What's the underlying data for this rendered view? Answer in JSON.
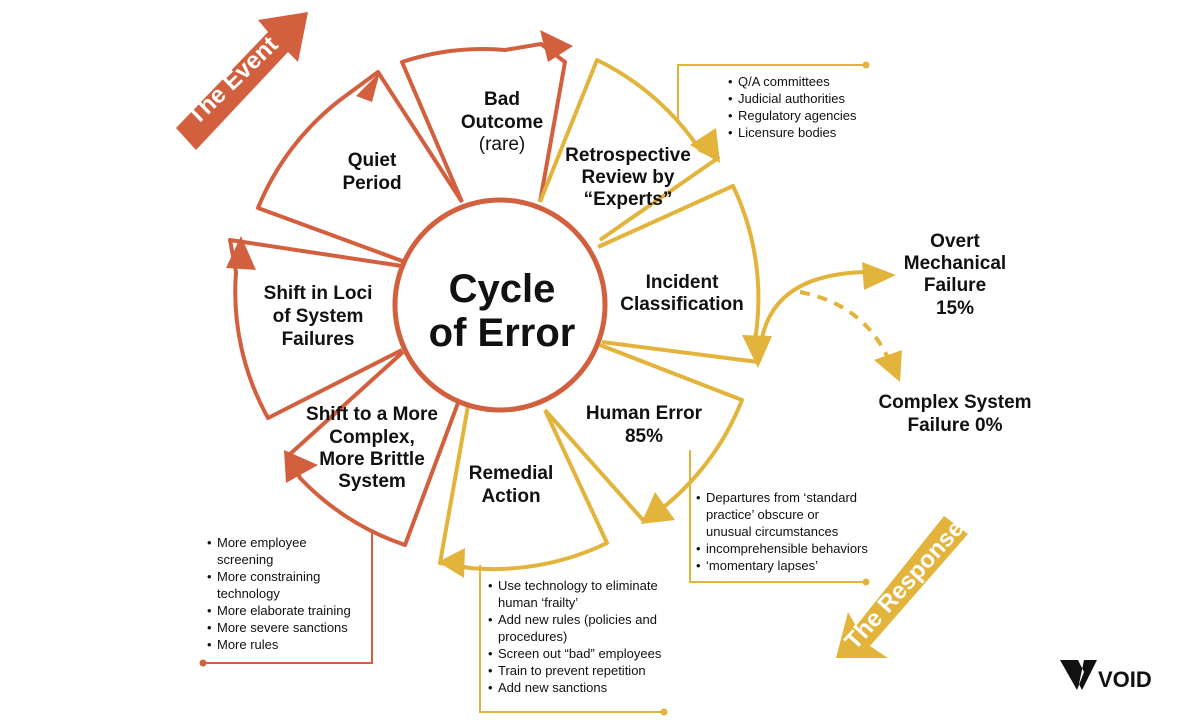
{
  "title": {
    "line1": "Cycle",
    "line2": "of Error"
  },
  "colors": {
    "event": "#D2603F",
    "response": "#E2B43C",
    "text": "#111111"
  },
  "event_banner": "The Event",
  "response_banner": "The Response",
  "segments": [
    {
      "line1": "Bad",
      "line2": "Outcome",
      "line3": "(rare)"
    },
    {
      "line1": "Retrospective",
      "line2": "Review by",
      "line3": "“Experts”"
    },
    {
      "line1": "Incident",
      "line2": "Classification"
    },
    {
      "line1": "Human Error",
      "line2": "85%"
    },
    {
      "line1": "Remedial",
      "line2": "Action"
    },
    {
      "line1": "Shift to a More",
      "line2": "Complex,",
      "line3": "More Brittle",
      "line4": "System"
    },
    {
      "line1": "Shift in Loci",
      "line2": "of System",
      "line3": "Failures"
    },
    {
      "line1": "Quiet",
      "line2": "Period"
    }
  ],
  "outcomes": {
    "overt": {
      "line1": "Overt",
      "line2": "Mechanical",
      "line3": "Failure",
      "line4": "15%"
    },
    "complex": {
      "line1": "Complex System",
      "line2": "Failure 0%"
    }
  },
  "notes": {
    "review": [
      "Q/A committees",
      "Judicial authorities",
      "Regulatory agencies",
      "Licensure bodies"
    ],
    "human_error": [
      "Departures from ‘standard",
      "practice’ obscure or",
      "unusual circumstances",
      "incomprehensible behaviors",
      "‘momentary lapses’"
    ],
    "remedial": [
      "Use technology to eliminate",
      "human ‘frailty’",
      "Add new rules (policies and",
      "procedures)",
      "Screen out “bad” employees",
      "Train to prevent repetition",
      "Add new sanctions"
    ],
    "shift": [
      "More employee",
      "screening",
      "More constraining",
      "technology",
      "More elaborate training",
      "More severe sanctions",
      "More rules"
    ]
  },
  "logo": "VOID"
}
